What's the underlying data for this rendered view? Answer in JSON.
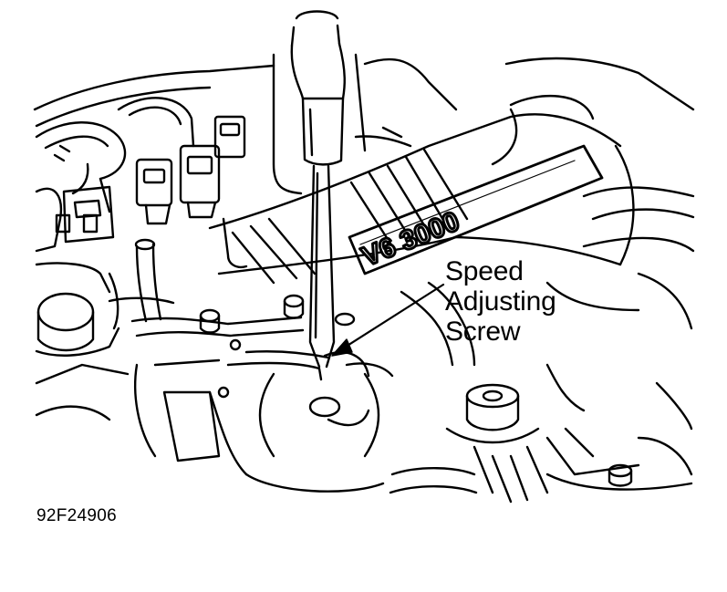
{
  "diagram": {
    "callout_lines": [
      "Speed",
      "Adjusting",
      "Screw"
    ],
    "figure_id": "92F24906",
    "engine_badge": "V6 3000",
    "colors": {
      "ink": "#000000",
      "paper": "#ffffff"
    }
  }
}
